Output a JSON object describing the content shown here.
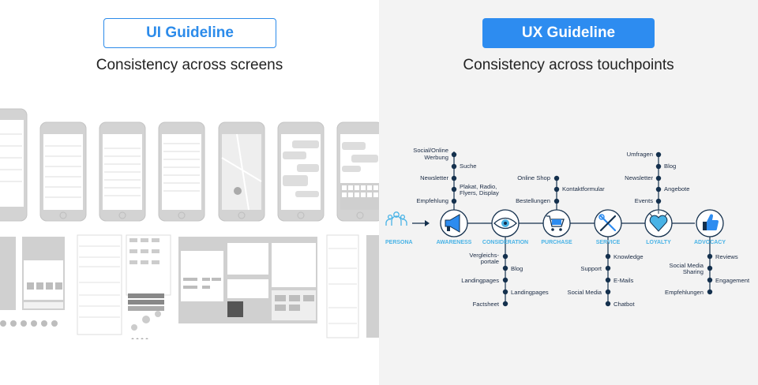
{
  "ui": {
    "title": "UI Guideline",
    "subtitle": "Consistency across screens",
    "colors": {
      "accent": "#2c8bea",
      "mockup": "#d0d0d0"
    }
  },
  "ux": {
    "title": "UX Guideline",
    "subtitle": "Consistency across touchpoints",
    "colors": {
      "accent": "#2d8cf0",
      "navy": "#14304d",
      "stage": "#49b3e6"
    },
    "persona": "PERSONA",
    "stages": [
      {
        "name": "AWARENESS",
        "icon": "megaphone-icon"
      },
      {
        "name": "CONSIDERATION",
        "icon": "eye-icon"
      },
      {
        "name": "PURCHASE",
        "icon": "cart-icon"
      },
      {
        "name": "SERVICE",
        "icon": "tools-icon"
      },
      {
        "name": "LOYALTY",
        "icon": "heart-icon"
      },
      {
        "name": "ADVOCACY",
        "icon": "thumbs-up-icon"
      }
    ],
    "touchpoints": {
      "awareness_top": [
        "Social/Online",
        "Werbung",
        "Suche",
        "Newsletter",
        "Plakat, Radio,",
        "Flyers, Display",
        "Empfehlung"
      ],
      "consideration_bottom": [
        "Vergleichs-",
        "portale",
        "Blog",
        "Landingpages",
        "Landingpages",
        "Factsheet"
      ],
      "purchase_top": [
        "Online Shop",
        "Kontaktformular",
        "Bestellungen"
      ],
      "service_bottom": [
        "Knowledge",
        "Support",
        "E-Mails",
        "Social Media",
        "Chatbot"
      ],
      "loyalty_top": [
        "Umfragen",
        "Blog",
        "Newsletter",
        "Angebote",
        "Events"
      ],
      "advocacy_bottom": [
        "Reviews",
        "Social Media",
        "Sharing",
        "Engagement",
        "Empfehlungen"
      ]
    }
  }
}
